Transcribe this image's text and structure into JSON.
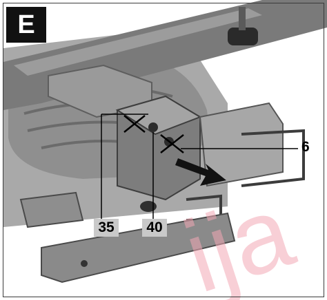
{
  "figure": {
    "badge_letter": "E",
    "callouts": {
      "part_35": "35",
      "part_40": "40",
      "part_6": "6"
    },
    "watermark_text": "ija"
  },
  "colors": {
    "badge_bg": "#111111",
    "badge_text": "#ffffff",
    "callout_bg": "#c9c9c9",
    "watermark": "#f3a8b5",
    "machine_dark": "#6a6a6a",
    "machine_light": "#b8b8b8",
    "arrow": "#111111"
  }
}
